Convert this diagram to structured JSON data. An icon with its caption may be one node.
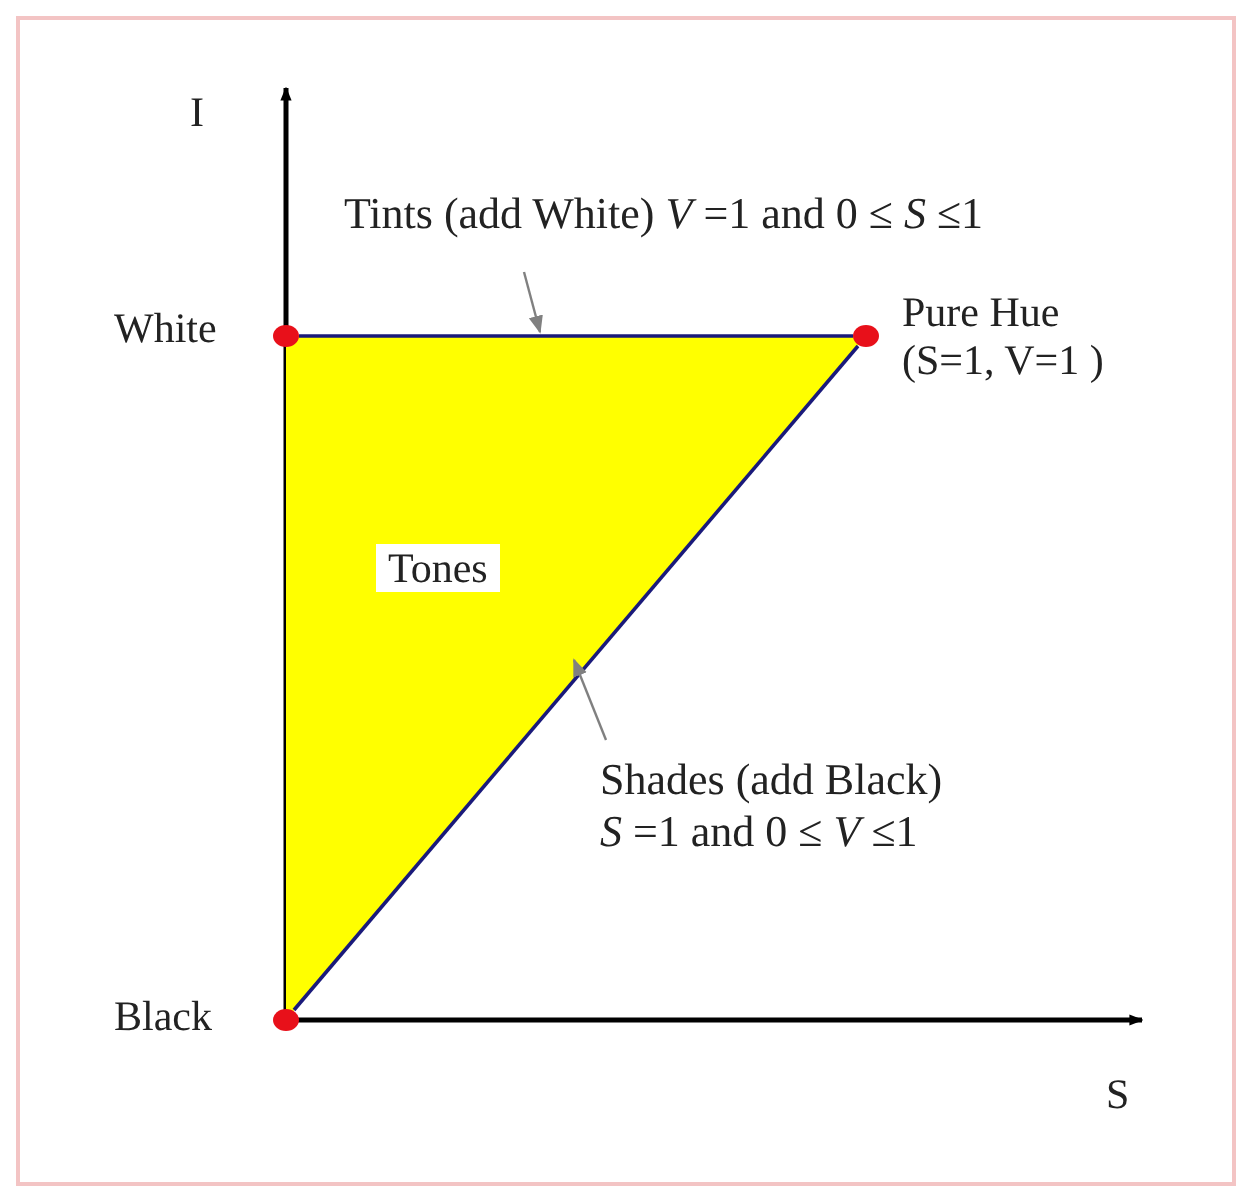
{
  "diagram": {
    "nodes": [
      {
        "text": [],
        "shape": "circle",
        "beside": [
          "White"
        ]
      },
      {
        "text": [],
        "shape": "circle",
        "beside": [
          "Pure Hue (S=1, V=1 )"
        ]
      },
      {
        "text": [],
        "shape": "circle",
        "beside": [
          "Black"
        ]
      },
      {
        "text": [
          "Tones"
        ]
      },
      {
        "text": [
          "Tints (add White) *V* =1  and  0 ≤ *S* ≤1"
        ]
      },
      {
        "text": [
          "Shades (add Black)",
          "*S* =1  and  0 ≤ *V* ≤1"
        ]
      }
    ],
    "edges": [
      {
        "from": 0,
        "to": 1,
        "arrow": "none"
      },
      {
        "from": 1,
        "to": 2,
        "arrow": "none"
      },
      {
        "from": 4,
        "to": 3,
        "arrow": "to",
        "color": "#808080"
      },
      {
        "from": 5,
        "to": 3,
        "arrow": "to",
        "color": "#808080"
      }
    ],
    "labels": [
      "I",
      "S"
    ]
  }
}
